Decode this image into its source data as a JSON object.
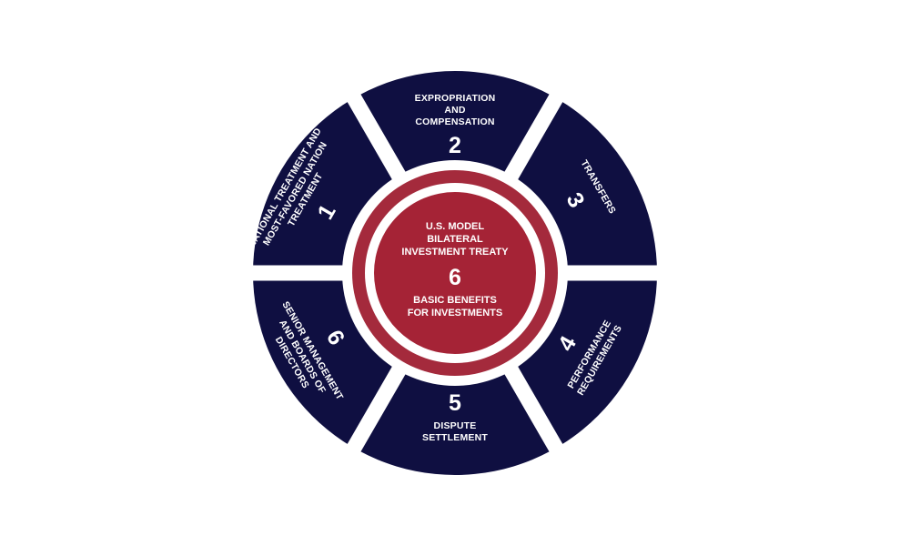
{
  "center": {
    "title_lines": [
      "U.S. MODEL",
      "BILATERAL",
      "INVESTMENT TREATY"
    ],
    "number": "6",
    "subtitle_lines": [
      "BASIC BENEFITS",
      "FOR INVESTMENTS"
    ]
  },
  "segments": [
    {
      "number": "1",
      "label_lines": [
        "NATIONAL TREATMENT AND",
        "MOST-FAVORED NATION",
        "TREATMENT"
      ]
    },
    {
      "number": "2",
      "label_lines": [
        "EXPROPRIATION",
        "AND",
        "COMPENSATION"
      ]
    },
    {
      "number": "3",
      "label_lines": [
        "TRANSFERS"
      ]
    },
    {
      "number": "4",
      "label_lines": [
        "PERFORMANCE",
        "REQUIREMENTS"
      ]
    },
    {
      "number": "5",
      "label_lines": [
        "DISPUTE",
        "SETTLEMENT"
      ]
    },
    {
      "number": "6",
      "label_lines": [
        "SENIOR MANAGEMENT",
        "AND BOARDS OF",
        "DIRECTORS"
      ]
    }
  ],
  "colors": {
    "segment": "#0f0f41",
    "ring": "#a42a3c",
    "hub": "#a52336",
    "text": "#ffffff",
    "background": "#ffffff"
  }
}
